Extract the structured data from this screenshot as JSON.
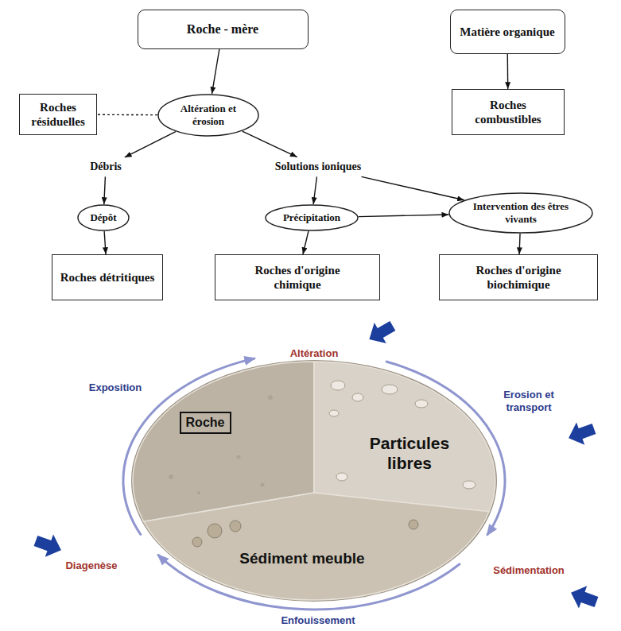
{
  "diagram": {
    "nodes": [
      {
        "text": [
          "Roche - mère"
        ]
      },
      {
        "text": [
          "Matière organique"
        ]
      },
      {
        "text": [
          "Roches résiduelles"
        ]
      },
      {
        "text": [
          "Altération et érosion"
        ]
      },
      {
        "text": [
          "Roches combustibles"
        ]
      },
      {
        "text": [
          "Débris"
        ]
      },
      {
        "text": [
          "Solutions ioniques"
        ]
      },
      {
        "text": [
          "Dépôt"
        ]
      },
      {
        "text": [
          "Précipitation"
        ]
      },
      {
        "text": [
          "Intervention des êtres vivants"
        ]
      },
      {
        "text": [
          "Roches détritiques"
        ]
      },
      {
        "text": [
          "Roches d'origine chimique"
        ]
      },
      {
        "text": [
          "Roches d'origine biochimique"
        ]
      },
      {
        "text": [
          "Roche"
        ]
      },
      {
        "text": [
          "Particules libres"
        ]
      },
      {
        "text": [
          "Sédiment meuble"
        ]
      }
    ],
    "edges": [
      {
        "from": 0,
        "to": 3,
        "arrow": "to"
      },
      {
        "from": 3,
        "to": 2,
        "arrow": "none"
      },
      {
        "from": 1,
        "to": 4,
        "arrow": "to"
      },
      {
        "from": 3,
        "to": 5,
        "arrow": "to"
      },
      {
        "from": 3,
        "to": 6,
        "arrow": "to"
      },
      {
        "from": 5,
        "to": 7,
        "arrow": "to"
      },
      {
        "from": 6,
        "to": 8,
        "arrow": "to"
      },
      {
        "from": 6,
        "to": 9,
        "arrow": "to"
      },
      {
        "from": 8,
        "to": 9,
        "arrow": "to"
      },
      {
        "from": 7,
        "to": 10,
        "arrow": "to"
      },
      {
        "from": 8,
        "to": 11,
        "arrow": "to"
      },
      {
        "from": 9,
        "to": 12,
        "arrow": "to"
      }
    ],
    "labels": [
      "Altération",
      "Erosion et transport",
      "Sédimentation",
      "Enfouissement",
      "Diagenèse",
      "Exposition"
    ]
  }
}
